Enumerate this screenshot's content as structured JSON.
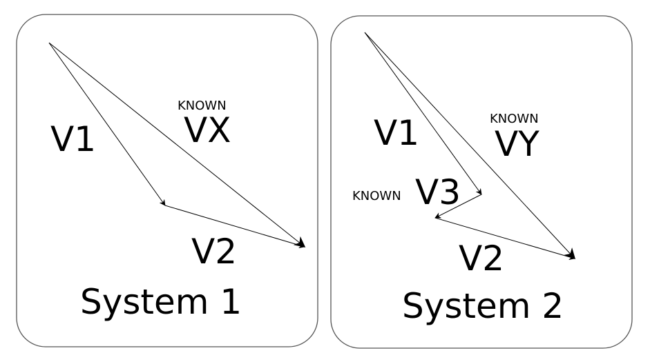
{
  "panels": [
    {
      "title": "System 1",
      "vectors": [
        {
          "name": "V1",
          "known": false
        },
        {
          "name": "V2",
          "known": false
        },
        {
          "name": "VX",
          "known": true,
          "known_label": "KNOWN"
        }
      ]
    },
    {
      "title": "System 2",
      "vectors": [
        {
          "name": "V1",
          "known": false
        },
        {
          "name": "V3",
          "known": true,
          "known_label": "KNOWN"
        },
        {
          "name": "V2",
          "known": false
        },
        {
          "name": "VY",
          "known": true,
          "known_label": "KNOWN"
        }
      ]
    }
  ]
}
